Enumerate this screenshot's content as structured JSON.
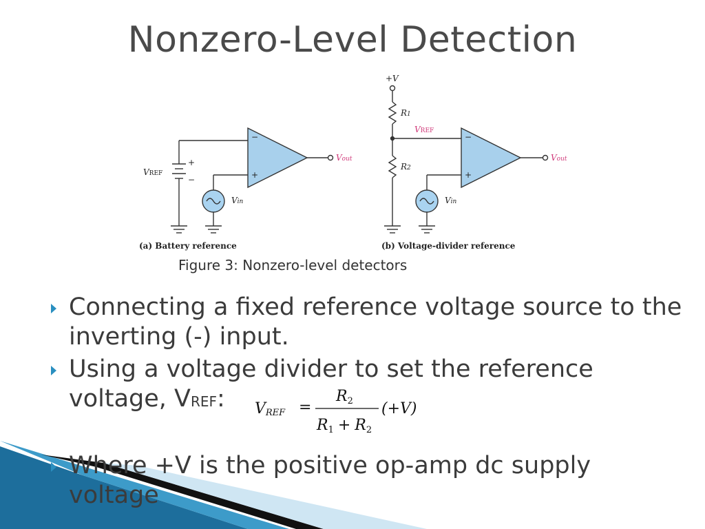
{
  "slide": {
    "title": "Nonzero-Level Detection",
    "caption": "Figure 3: Nonzero-level detectors",
    "bullets": [
      {
        "text": "Connecting a fixed reference voltage source to the inverting (-) input."
      },
      {
        "text_before": "Using a voltage divider to set the reference voltage, V",
        "subscript": "REF",
        "text_after": ":"
      },
      {
        "text": "Where +V is the positive op-amp dc supply voltage"
      }
    ],
    "formula": {
      "lhs_symbol": "V",
      "lhs_sub": "REF",
      "equals": "=",
      "num_symbol": "R",
      "num_sub": "2",
      "den_a_symbol": "R",
      "den_a_sub": "1",
      "den_plus": "+",
      "den_b_symbol": "R",
      "den_b_sub": "2",
      "factor": "(+V)"
    }
  },
  "figure": {
    "panel_a": {
      "caption": "(a) Battery reference",
      "vref_label": "V",
      "vref_sub": "REF",
      "vin_label": "V",
      "vin_sub": "in",
      "vout_label": "V",
      "vout_sub": "out",
      "minus": "−",
      "plus": "+"
    },
    "panel_b": {
      "caption": "(b) Voltage-divider reference",
      "supply_label": "+V",
      "r1_label": "R",
      "r1_sub": "1",
      "r2_label": "R",
      "r2_sub": "2",
      "vref_label": "V",
      "vref_sub": "REF",
      "vin_label": "V",
      "vin_sub": "in",
      "vout_label": "V",
      "vout_sub": "out",
      "minus": "−",
      "plus": "+"
    },
    "colors": {
      "source_fill": "#a9d3f0",
      "opamp_fill": "#a8d0ec",
      "accent": "#2a8fc0",
      "vref_pink": "#d03a7a"
    }
  }
}
